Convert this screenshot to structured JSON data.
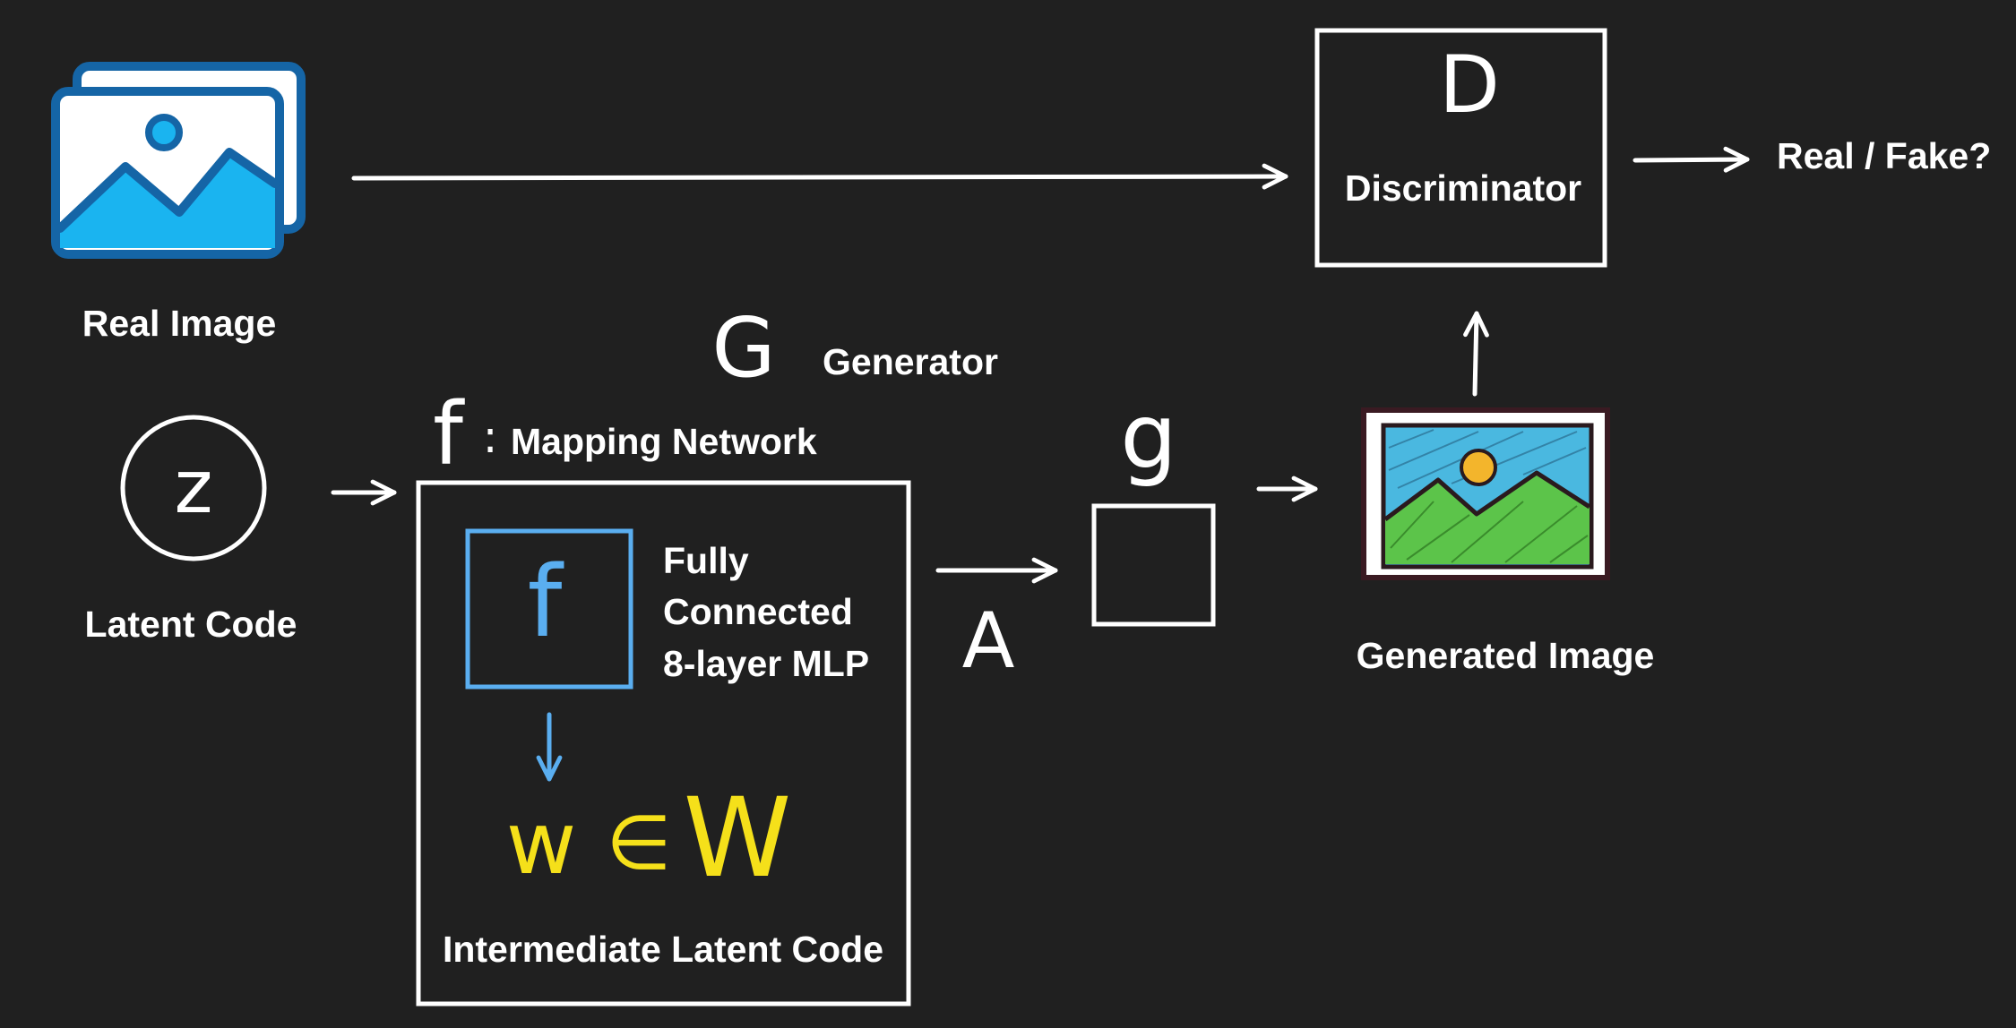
{
  "real_image": {
    "label": "Real Image",
    "icon": "image-stack-icon"
  },
  "latent": {
    "symbol": "z",
    "label": "Latent Code"
  },
  "generator": {
    "symbol": "G",
    "label": "Generator"
  },
  "mapping": {
    "symbol": "f",
    "colon": ":",
    "label": "Mapping Network",
    "inner_symbol": "f",
    "desc_line1": "Fully",
    "desc_line2": "Connected",
    "desc_line3": "8-layer MLP",
    "w_symbol": "w",
    "in_symbol": "∈",
    "W_symbol": "W",
    "bottom_label": "Intermediate Latent Code"
  },
  "affine": {
    "symbol": "A"
  },
  "synthesis": {
    "symbol": "g"
  },
  "generated": {
    "label": "Generated Image",
    "icon": "sketch-landscape-icon"
  },
  "discriminator": {
    "symbol": "D",
    "label": "Discriminator"
  },
  "output": {
    "label": "Real / Fake?"
  },
  "colors": {
    "background": "#202020",
    "foreground": "#ffffff",
    "blue": "#5aaef0",
    "yellow": "#f5e01a",
    "icon_blue": "#1ab4f0",
    "icon_dark": "#1565a6"
  }
}
